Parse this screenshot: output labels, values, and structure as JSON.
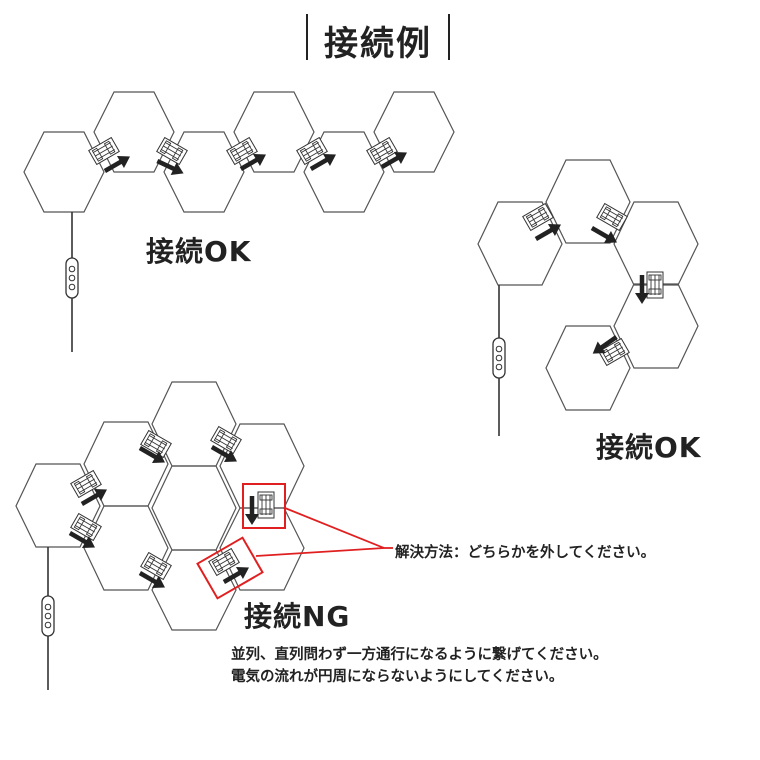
{
  "title": "接続例",
  "labels": {
    "ok_top": "接続OK",
    "ok_right": "接続OK",
    "ng": "接続NG"
  },
  "notes": {
    "fix": "解決方法：どちらかを外してください。",
    "warning_line1": "並列、直列問わず一方通行になるように繋げてください。",
    "warning_line2": "電気の流れが円周にならないようにしてください。"
  },
  "colors": {
    "line": "#555555",
    "arrow": "#222222",
    "highlight": "#e02020"
  }
}
